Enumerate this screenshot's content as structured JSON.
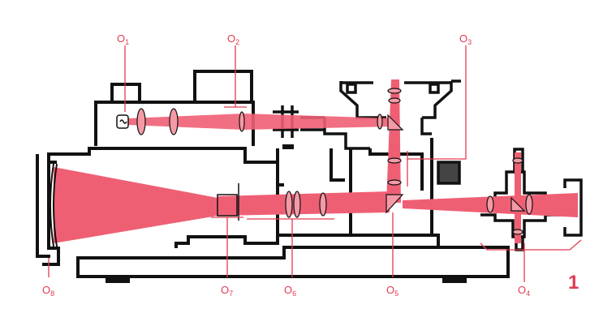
{
  "colors": {
    "beam": "#ef5f74",
    "beam_dark": "#e23b52",
    "outline": "#111111",
    "label": "#e23b52",
    "background": "#ffffff"
  },
  "labels": {
    "o1": {
      "main": "O",
      "sub": "1"
    },
    "o2": {
      "main": "O",
      "sub": "2"
    },
    "o3": {
      "main": "O",
      "sub": "3"
    },
    "o4": {
      "main": "O",
      "sub": "4"
    },
    "o5": {
      "main": "O",
      "sub": "5"
    },
    "o6": {
      "main": "O",
      "sub": "6"
    },
    "o7": {
      "main": "O",
      "sub": "7"
    },
    "o8": {
      "main": "O",
      "sub": "8"
    }
  },
  "figure_number": "1"
}
